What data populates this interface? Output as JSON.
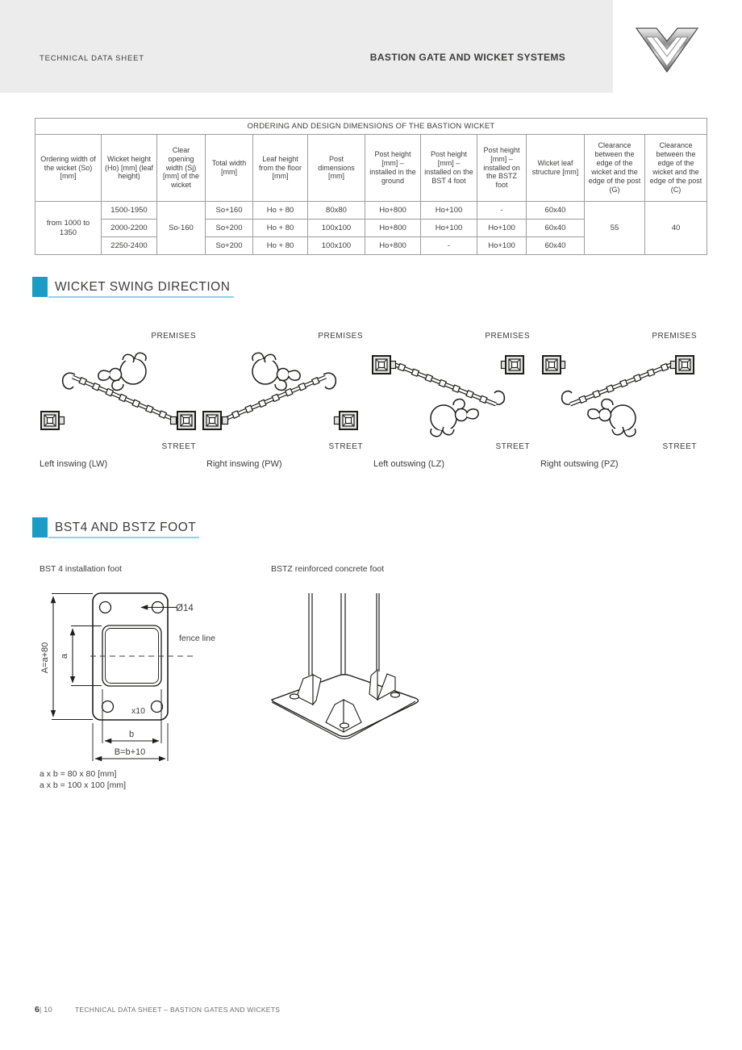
{
  "header": {
    "doc_type": "TECHNICAL DATA SHEET",
    "title": "BASTION GATE AND WICKET SYSTEMS"
  },
  "table": {
    "title": "ORDERING AND DESIGN DIMENSIONS OF THE BASTION WICKET",
    "columns": [
      "Ordering width of the wicket (So) [mm]",
      "Wicket height (Ho) [mm] (leaf height)",
      "Clear opening width (Sj) [mm] of the wicket",
      "Total width [mm]",
      "Leaf height from the floor [mm]",
      "Post dimensions [mm]",
      "Post height [mm] – installed in the ground",
      "Post height [mm] – installed on the BST 4 foot",
      "Post height [mm] – installed on the BSTZ foot",
      "Wicket leaf structure [mm]",
      "Clearance between the edge of the wicket and the edge of the post (G)",
      "Clearance between the edge of the wicket and the edge of the post (C)"
    ],
    "merged": {
      "ordering_width": "from 1000 to 1350",
      "clear_opening": "So-160",
      "clearance_g": "55",
      "clearance_c": "40"
    },
    "rows": [
      {
        "height": "1500-1950",
        "total": "So+160",
        "leaf": "Ho + 80",
        "post": "80x80",
        "ground": "Ho+800",
        "bst4": "Ho+100",
        "bstz": "-",
        "structure": "60x40"
      },
      {
        "height": "2000-2200",
        "total": "So+200",
        "leaf": "Ho + 80",
        "post": "100x100",
        "ground": "Ho+800",
        "bst4": "Ho+100",
        "bstz": "Ho+100",
        "structure": "60x40"
      },
      {
        "height": "2250-2400",
        "total": "So+200",
        "leaf": "Ho + 80",
        "post": "100x100",
        "ground": "Ho+800",
        "bst4": "-",
        "bstz": "Ho+100",
        "structure": "60x40"
      }
    ]
  },
  "swing": {
    "title": "WICKET SWING DIRECTION",
    "diagrams": [
      {
        "top_label": "PREMISES",
        "bottom_label": "STREET",
        "caption": "Left inswing (LW)"
      },
      {
        "top_label": "PREMISES",
        "bottom_label": "STREET",
        "caption": "Right inswing (PW)"
      },
      {
        "top_label": "PREMISES",
        "bottom_label": "STREET",
        "caption": "Left outswing (LZ)"
      },
      {
        "top_label": "PREMISES",
        "bottom_label": "STREET",
        "caption": "Right outswing (PZ)"
      }
    ]
  },
  "foot": {
    "title": "BST4 AND BSTZ FOOT",
    "bst4_caption": "BST 4 installation foot",
    "bstz_caption": "BSTZ reinforced concrete foot",
    "labels": {
      "diameter": "Ø14",
      "fence_line": "fence line",
      "dim_A": "A=a+80",
      "dim_a": "a",
      "dim_b": "b",
      "dim_B": "B=b+10",
      "thickness": "x10"
    },
    "notes": [
      "a x b = 80 x 80 [mm]",
      "a x b = 100 x 100 [mm]"
    ]
  },
  "footer": {
    "page_number": "6",
    "page_rest": "| 10",
    "text": "TECHNICAL DATA SHEET – BASTION GATES AND WICKETS"
  },
  "colors": {
    "accent": "#199dc4",
    "underline": "#8fd3e8",
    "band": "#ececec",
    "text": "#3c3c3b",
    "line": "#1d1d1b",
    "table_border": "#9d9d9c"
  }
}
